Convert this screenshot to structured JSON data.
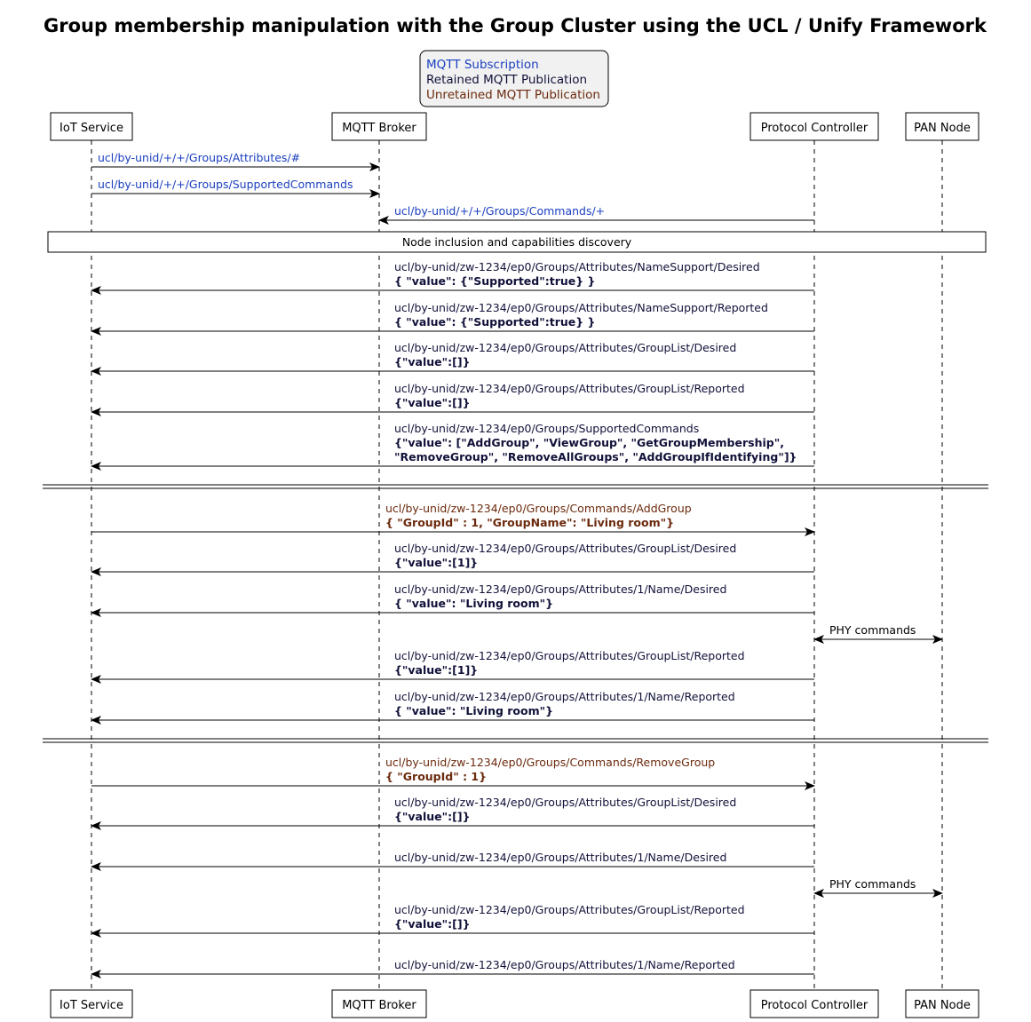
{
  "title": "Group membership manipulation with the Group Cluster using the UCL / Unify Framework",
  "colors": {
    "subscription": "#1a3fbf",
    "retained": "#11113a",
    "unretained": "#6b2a0d",
    "plain": "#000000"
  },
  "legend": [
    {
      "label": "MQTT Subscription",
      "kind": "subscription"
    },
    {
      "label": "Retained MQTT Publication",
      "kind": "retained"
    },
    {
      "label": "Unretained MQTT Publication",
      "kind": "unretained"
    }
  ],
  "participants": [
    {
      "id": "iot",
      "label": "IoT Service"
    },
    {
      "id": "broker",
      "label": "MQTT Broker"
    },
    {
      "id": "pc",
      "label": "Protocol Controller"
    },
    {
      "id": "pan",
      "label": "PAN Node"
    }
  ],
  "group_note": "Node inclusion and capabilities discovery",
  "messages": [
    {
      "from": "iot",
      "to": "broker",
      "kind": "subscription",
      "lines": [
        "ucl/by-unid/+/+/Groups/Attributes/#"
      ]
    },
    {
      "from": "iot",
      "to": "broker",
      "kind": "subscription",
      "lines": [
        "ucl/by-unid/+/+/Groups/SupportedCommands"
      ]
    },
    {
      "from": "pc",
      "to": "broker",
      "kind": "subscription",
      "lines": [
        "ucl/by-unid/+/+/Groups/Commands/+"
      ]
    },
    {
      "from": "pc",
      "to": "iot",
      "kind": "retained",
      "lines": [
        "ucl/by-unid/zw-1234/ep0/Groups/Attributes/NameSupport/Desired",
        "{ \"value\": {\"Supported\":true} }"
      ]
    },
    {
      "from": "pc",
      "to": "iot",
      "kind": "retained",
      "lines": [
        "ucl/by-unid/zw-1234/ep0/Groups/Attributes/NameSupport/Reported",
        "{ \"value\": {\"Supported\":true} }"
      ]
    },
    {
      "from": "pc",
      "to": "iot",
      "kind": "retained",
      "lines": [
        "ucl/by-unid/zw-1234/ep0/Groups/Attributes/GroupList/Desired",
        "{\"value\":[]}"
      ]
    },
    {
      "from": "pc",
      "to": "iot",
      "kind": "retained",
      "lines": [
        "ucl/by-unid/zw-1234/ep0/Groups/Attributes/GroupList/Reported",
        "{\"value\":[]}"
      ]
    },
    {
      "from": "pc",
      "to": "iot",
      "kind": "retained",
      "lines": [
        "ucl/by-unid/zw-1234/ep0/Groups/SupportedCommands",
        "{\"value\": [\"AddGroup\", \"ViewGroup\", \"GetGroupMembership\",",
        "\"RemoveGroup\", \"RemoveAllGroups\", \"AddGroupIfIdentifying\"]}"
      ]
    },
    {
      "from": "iot",
      "to": "pc",
      "kind": "unretained",
      "lines": [
        "ucl/by-unid/zw-1234/ep0/Groups/Commands/AddGroup",
        "{ \"GroupId\" : 1, \"GroupName\": \"Living room\"}"
      ]
    },
    {
      "from": "pc",
      "to": "iot",
      "kind": "retained",
      "lines": [
        "ucl/by-unid/zw-1234/ep0/Groups/Attributes/GroupList/Desired",
        "{\"value\":[1]}"
      ]
    },
    {
      "from": "pc",
      "to": "iot",
      "kind": "retained",
      "lines": [
        "ucl/by-unid/zw-1234/ep0/Groups/Attributes/1/Name/Desired",
        "{ \"value\": \"Living room\"}"
      ]
    },
    {
      "from": "pc",
      "to": "pan",
      "kind": "plain",
      "bidirectional": true,
      "lines": [
        "PHY commands"
      ]
    },
    {
      "from": "pc",
      "to": "iot",
      "kind": "retained",
      "lines": [
        "ucl/by-unid/zw-1234/ep0/Groups/Attributes/GroupList/Reported",
        "{\"value\":[1]}"
      ]
    },
    {
      "from": "pc",
      "to": "iot",
      "kind": "retained",
      "lines": [
        "ucl/by-unid/zw-1234/ep0/Groups/Attributes/1/Name/Reported",
        "{ \"value\": \"Living room\"}"
      ]
    },
    {
      "from": "iot",
      "to": "pc",
      "kind": "unretained",
      "lines": [
        "ucl/by-unid/zw-1234/ep0/Groups/Commands/RemoveGroup",
        "{ \"GroupId\" : 1}"
      ]
    },
    {
      "from": "pc",
      "to": "iot",
      "kind": "retained",
      "lines": [
        "ucl/by-unid/zw-1234/ep0/Groups/Attributes/GroupList/Desired",
        "{\"value\":[]}"
      ]
    },
    {
      "from": "pc",
      "to": "iot",
      "kind": "retained",
      "lines": [
        "ucl/by-unid/zw-1234/ep0/Groups/Attributes/1/Name/Desired"
      ]
    },
    {
      "from": "pc",
      "to": "pan",
      "kind": "plain",
      "bidirectional": true,
      "lines": [
        "PHY commands"
      ]
    },
    {
      "from": "pc",
      "to": "iot",
      "kind": "retained",
      "lines": [
        "ucl/by-unid/zw-1234/ep0/Groups/Attributes/GroupList/Reported",
        "{\"value\":[]}"
      ]
    },
    {
      "from": "pc",
      "to": "iot",
      "kind": "retained",
      "lines": [
        "ucl/by-unid/zw-1234/ep0/Groups/Attributes/1/Name/Reported"
      ]
    }
  ]
}
